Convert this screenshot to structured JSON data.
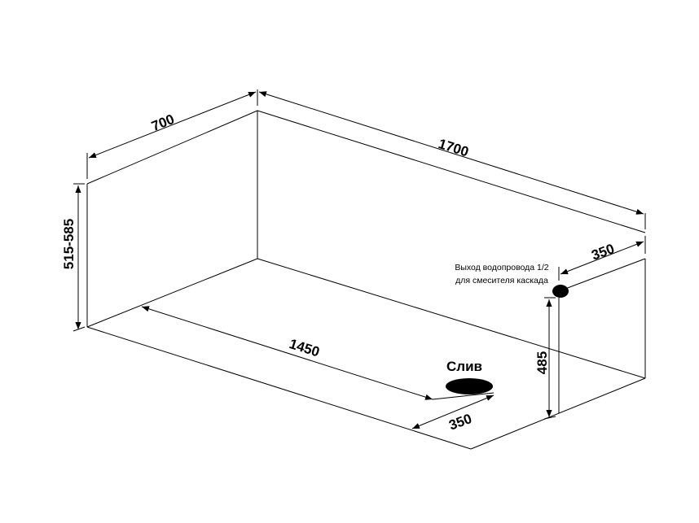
{
  "diagram": {
    "dimensions": {
      "width": "700",
      "length": "1700",
      "height": "515-585",
      "inner_length": "1450",
      "drain_offset": "350",
      "faucet_offset": "350",
      "faucet_height": "485"
    },
    "labels": {
      "drain": "Слив",
      "water_outlet_line1": "Выход водопровода 1/2",
      "water_outlet_line2": "для смесителя каскада"
    },
    "colors": {
      "line": "#000000",
      "background": "#ffffff"
    }
  }
}
